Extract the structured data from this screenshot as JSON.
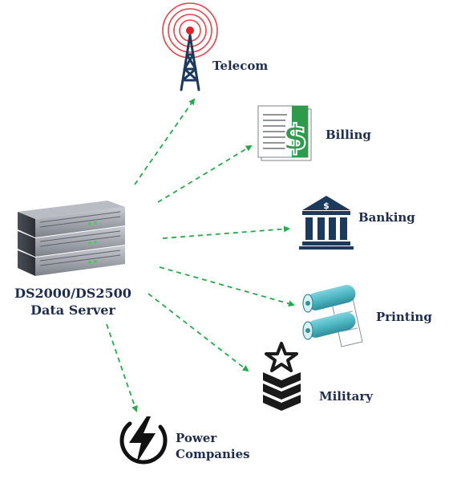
{
  "server": {
    "label_line1": "DS2000/DS2500",
    "label_line2": "Data Server",
    "icon": "rack-server-icon"
  },
  "nodes": {
    "telecom": {
      "label": "Telecom",
      "icon": "telecom-tower-icon"
    },
    "billing": {
      "label": "Billing",
      "icon": "billing-document-icon"
    },
    "banking": {
      "label": "Banking",
      "icon": "bank-building-icon"
    },
    "printing": {
      "label": "Printing",
      "icon": "printer-rollers-icon"
    },
    "military": {
      "label": "Military",
      "icon": "military-rank-icon"
    },
    "power": {
      "label_line1": "Power",
      "label_line2": "Companies",
      "icon": "lightning-bolt-icon"
    }
  },
  "colors": {
    "text": "#1f2d4d",
    "connector": "#27a84a",
    "navy": "#1b3a5c",
    "teal": "#4eb6c3",
    "red": "#d9252b",
    "green": "#2e9b4a"
  }
}
